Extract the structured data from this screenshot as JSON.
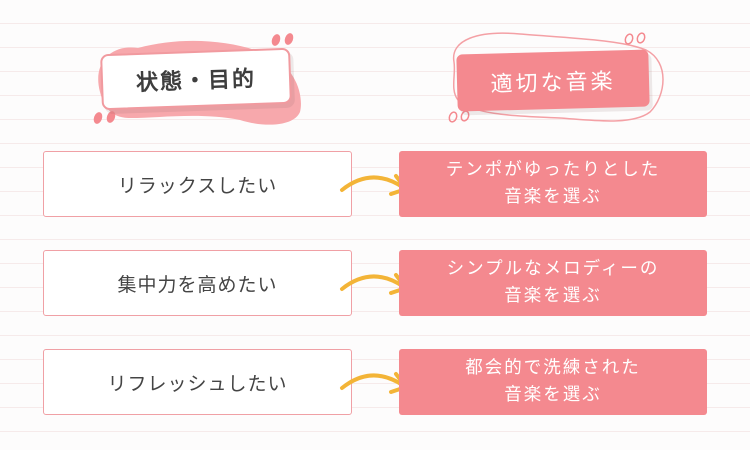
{
  "headers": {
    "left": "状態・目的",
    "right": "適切な音楽"
  },
  "rows": [
    {
      "state": "リラックスしたい",
      "music_line1": "テンポがゆったりとした",
      "music_line2": "音楽を選ぶ"
    },
    {
      "state": "集中力を高めたい",
      "music_line1": "シンプルなメロディーの",
      "music_line2": "音楽を選ぶ"
    },
    {
      "state": "リフレッシュしたい",
      "music_line1": "都会的で洗練された",
      "music_line2": "音楽を選ぶ"
    }
  ],
  "colors": {
    "accent_pink": "#f4898f",
    "border_pink": "#f0a0a5",
    "arrow_yellow": "#f3b437",
    "text_dark": "#444444"
  },
  "icons": {
    "arrow": "curved-arrow-right-icon"
  }
}
